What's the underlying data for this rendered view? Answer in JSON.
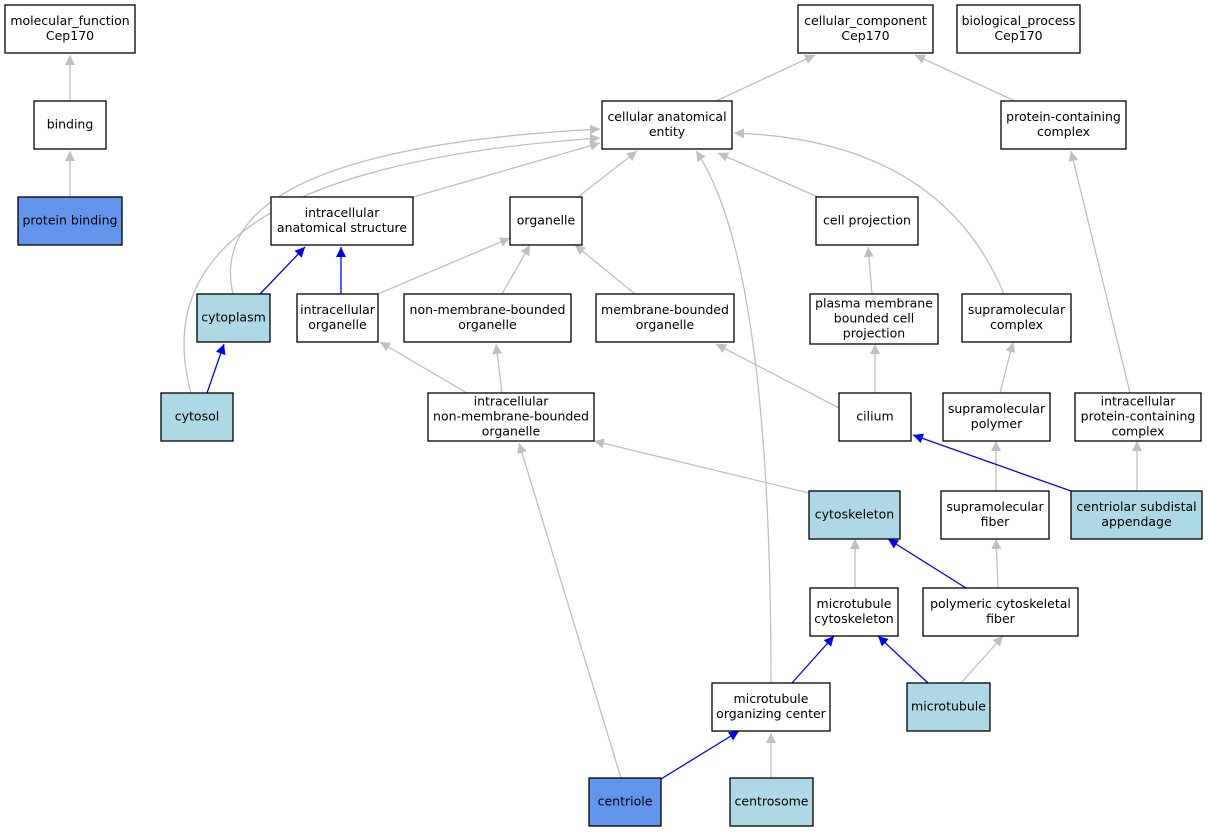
{
  "colors": {
    "plain": "#ffffff",
    "direct_annotation": "#6495ed",
    "annotation": "#add8e6",
    "edge_gray": "#c0c0c0",
    "edge_blue": "#0000ff"
  },
  "nodes": [
    {
      "id": "mf",
      "lines": [
        "molecular_function",
        "Cep170"
      ],
      "style": "plain"
    },
    {
      "id": "binding",
      "lines": [
        "binding"
      ],
      "style": "plain"
    },
    {
      "id": "protein_binding",
      "lines": [
        "protein binding"
      ],
      "style": "direct_annotation"
    },
    {
      "id": "cc",
      "lines": [
        "cellular_component",
        "Cep170"
      ],
      "style": "plain"
    },
    {
      "id": "bp",
      "lines": [
        "biological_process",
        "Cep170"
      ],
      "style": "plain"
    },
    {
      "id": "cae",
      "lines": [
        "cellular anatomical",
        "entity"
      ],
      "style": "plain"
    },
    {
      "id": "pcc",
      "lines": [
        "protein-containing",
        "complex"
      ],
      "style": "plain"
    },
    {
      "id": "ias",
      "lines": [
        "intracellular",
        "anatomical structure"
      ],
      "style": "plain"
    },
    {
      "id": "organelle",
      "lines": [
        "organelle"
      ],
      "style": "plain"
    },
    {
      "id": "cellproj",
      "lines": [
        "cell projection"
      ],
      "style": "plain"
    },
    {
      "id": "cytoplasm",
      "lines": [
        "cytoplasm"
      ],
      "style": "annotation"
    },
    {
      "id": "intorg",
      "lines": [
        "intracellular",
        "organelle"
      ],
      "style": "plain"
    },
    {
      "id": "nmbo",
      "lines": [
        "non-membrane-bounded",
        "organelle"
      ],
      "style": "plain"
    },
    {
      "id": "mbo",
      "lines": [
        "membrane-bounded",
        "organelle"
      ],
      "style": "plain"
    },
    {
      "id": "pmbcp",
      "lines": [
        "plasma membrane",
        "bounded cell",
        "projection"
      ],
      "style": "plain"
    },
    {
      "id": "smc",
      "lines": [
        "supramolecular",
        "complex"
      ],
      "style": "plain"
    },
    {
      "id": "cytosol",
      "lines": [
        "cytosol"
      ],
      "style": "annotation"
    },
    {
      "id": "inmbo",
      "lines": [
        "intracellular",
        "non-membrane-bounded",
        "organelle"
      ],
      "style": "plain"
    },
    {
      "id": "cilium",
      "lines": [
        "cilium"
      ],
      "style": "plain"
    },
    {
      "id": "smp",
      "lines": [
        "supramolecular",
        "polymer"
      ],
      "style": "plain"
    },
    {
      "id": "ipcc",
      "lines": [
        "intracellular",
        "protein-containing",
        "complex"
      ],
      "style": "plain"
    },
    {
      "id": "cytoskeleton",
      "lines": [
        "cytoskeleton"
      ],
      "style": "annotation"
    },
    {
      "id": "smf",
      "lines": [
        "supramolecular",
        "fiber"
      ],
      "style": "plain"
    },
    {
      "id": "csa",
      "lines": [
        "centriolar subdistal",
        "appendage"
      ],
      "style": "annotation"
    },
    {
      "id": "mtc",
      "lines": [
        "microtubule",
        "cytoskeleton"
      ],
      "style": "plain"
    },
    {
      "id": "pcf",
      "lines": [
        "polymeric cytoskeletal",
        "fiber"
      ],
      "style": "plain"
    },
    {
      "id": "mtoc",
      "lines": [
        "microtubule",
        "organizing center"
      ],
      "style": "plain"
    },
    {
      "id": "microtubule",
      "lines": [
        "microtubule"
      ],
      "style": "annotation"
    },
    {
      "id": "centriole",
      "lines": [
        "centriole"
      ],
      "style": "direct_annotation"
    },
    {
      "id": "centrosome",
      "lines": [
        "centrosome"
      ],
      "style": "annotation"
    }
  ],
  "edges": [
    {
      "from": "binding",
      "to": "mf",
      "type": "is_a"
    },
    {
      "from": "protein_binding",
      "to": "binding",
      "type": "is_a"
    },
    {
      "from": "cae",
      "to": "cc",
      "type": "is_a"
    },
    {
      "from": "pcc",
      "to": "cc",
      "type": "is_a"
    },
    {
      "from": "ias",
      "to": "cae",
      "type": "is_a"
    },
    {
      "from": "organelle",
      "to": "cae",
      "type": "is_a"
    },
    {
      "from": "cellproj",
      "to": "cae",
      "type": "is_a"
    },
    {
      "from": "smc",
      "to": "cae",
      "type": "is_a"
    },
    {
      "from": "cytoplasm",
      "to": "cae",
      "type": "is_a"
    },
    {
      "from": "cytosol",
      "to": "cae",
      "type": "is_a"
    },
    {
      "from": "mtoc",
      "to": "cae",
      "type": "is_a"
    },
    {
      "from": "cytoplasm",
      "to": "ias",
      "type": "part_of"
    },
    {
      "from": "intorg",
      "to": "ias",
      "type": "part_of"
    },
    {
      "from": "cytosol",
      "to": "cytoplasm",
      "type": "part_of"
    },
    {
      "from": "intorg",
      "to": "organelle",
      "type": "is_a"
    },
    {
      "from": "nmbo",
      "to": "organelle",
      "type": "is_a"
    },
    {
      "from": "mbo",
      "to": "organelle",
      "type": "is_a"
    },
    {
      "from": "pmbcp",
      "to": "cellproj",
      "type": "is_a"
    },
    {
      "from": "inmbo",
      "to": "intorg",
      "type": "is_a"
    },
    {
      "from": "inmbo",
      "to": "nmbo",
      "type": "is_a"
    },
    {
      "from": "cilium",
      "to": "mbo",
      "type": "is_a"
    },
    {
      "from": "cilium",
      "to": "pmbcp",
      "type": "is_a"
    },
    {
      "from": "smp",
      "to": "smc",
      "type": "is_a"
    },
    {
      "from": "ipcc",
      "to": "pcc",
      "type": "is_a"
    },
    {
      "from": "cytoskeleton",
      "to": "inmbo",
      "type": "is_a"
    },
    {
      "from": "centriole",
      "to": "inmbo",
      "type": "is_a"
    },
    {
      "from": "smf",
      "to": "smp",
      "type": "is_a"
    },
    {
      "from": "csa",
      "to": "ipcc",
      "type": "is_a"
    },
    {
      "from": "csa",
      "to": "cilium",
      "type": "part_of"
    },
    {
      "from": "mtc",
      "to": "cytoskeleton",
      "type": "is_a"
    },
    {
      "from": "pcf",
      "to": "cytoskeleton",
      "type": "part_of"
    },
    {
      "from": "pcf",
      "to": "smf",
      "type": "is_a"
    },
    {
      "from": "mtoc",
      "to": "mtc",
      "type": "part_of"
    },
    {
      "from": "microtubule",
      "to": "mtc",
      "type": "part_of"
    },
    {
      "from": "microtubule",
      "to": "pcf",
      "type": "is_a"
    },
    {
      "from": "centriole",
      "to": "mtoc",
      "type": "part_of"
    },
    {
      "from": "centrosome",
      "to": "mtoc",
      "type": "is_a"
    }
  ]
}
